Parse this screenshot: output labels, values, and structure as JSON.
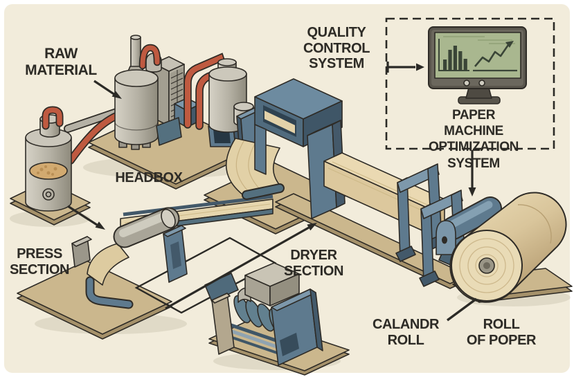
{
  "scene": {
    "title": "Paper machine process diagram",
    "background_color": "#f2ecdb",
    "ink_color": "#2e2b26",
    "palette": {
      "machine_blue": "#5e7a8e",
      "machine_blue_light": "#7d98ab",
      "machine_blue_dark": "#43596a",
      "metal_gray": "#b3afa2",
      "paper_beige": "#e6d6ae",
      "base_tan": "#cbb78d",
      "pipe_red": "#bf5a40",
      "screen_green": "#a9b78f",
      "monitor_frame": "#59554c"
    }
  },
  "labels": {
    "raw_material": "RAW\nMATERIAL",
    "headbox": "HEADBOX",
    "quality_control_system": "QUALITY\nCONTROL\nSYSTEM",
    "paper_machine_optimization_system": "PAPER MACHINE\nOPTIMIZATION SYSTEM",
    "press_section": "PRESS\nSECTION",
    "dryer_section": "DRYER\nSECTION",
    "calender_roll": "CALANDR\nROLL",
    "roll_of_paper": "ROLL\nOF POPER"
  },
  "monitor": {
    "screen": {
      "type": "bar+line",
      "bar_heights": [
        16,
        30,
        36,
        28,
        17
      ],
      "trend": "rising-arrow"
    },
    "colors": {
      "screen": "#a9b78f",
      "frame": "#59554c",
      "chart_ink": "#3a4537"
    }
  }
}
